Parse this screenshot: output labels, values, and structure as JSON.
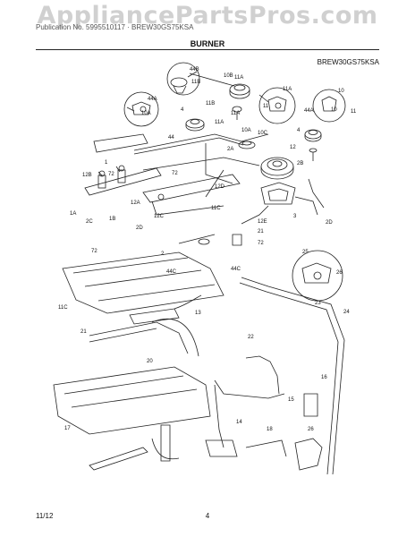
{
  "watermark": "AppliancePartsPros.com",
  "header_text": "Publication No. 5995510117 · BREW30GS75KSA",
  "title": "BURNER",
  "model": "BREW30GS75KSA",
  "footer": {
    "date": "11/12",
    "page": "4"
  },
  "callouts": [
    "44B",
    "10B",
    "11B",
    "44A",
    "11A",
    "10A",
    "4",
    "11B",
    "11A",
    "44",
    "10",
    "44A",
    "11A",
    "11",
    "10",
    "11",
    "4",
    "12",
    "10A",
    "11A",
    "10C",
    "2A",
    "2B",
    "12B",
    "1",
    "72",
    "72",
    "1A",
    "2C",
    "1B",
    "12A",
    "12C",
    "12D",
    "11C",
    "12E",
    "3",
    "2D",
    "2D",
    "21",
    "72",
    "72",
    "2",
    "44C",
    "44C",
    "25",
    "26",
    "11C",
    "13",
    "23",
    "24",
    "21",
    "22",
    "20",
    "15",
    "17",
    "16",
    "14",
    "18",
    "26"
  ]
}
